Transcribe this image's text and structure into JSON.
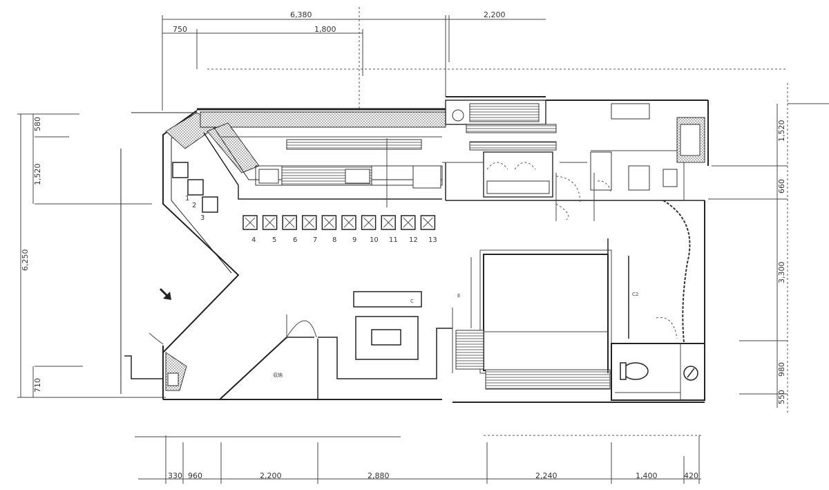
{
  "drawing": {
    "dimensions_top": [
      "6,380",
      "2,200",
      "750",
      "1,800"
    ],
    "dimensions_bottom": [
      "330",
      "960",
      "2,200",
      "2,880",
      "2,240",
      "1,400",
      "420"
    ],
    "dimensions_left": [
      "580",
      "1,520",
      "6,250",
      "710"
    ],
    "dimensions_right": [
      "1,520",
      "660",
      "3,300",
      "980",
      "550"
    ],
    "seat_numbers": [
      "1",
      "2",
      "3",
      "4",
      "5",
      "6",
      "7",
      "8",
      "9",
      "10",
      "11",
      "12",
      "13"
    ],
    "room_mark_c": "C",
    "room_mark_c2": "C2",
    "room_mark_e": "E",
    "room_label": "収納"
  },
  "colors": {
    "line": "#222222",
    "hatch": "#555555",
    "paper": "#ffffff"
  }
}
